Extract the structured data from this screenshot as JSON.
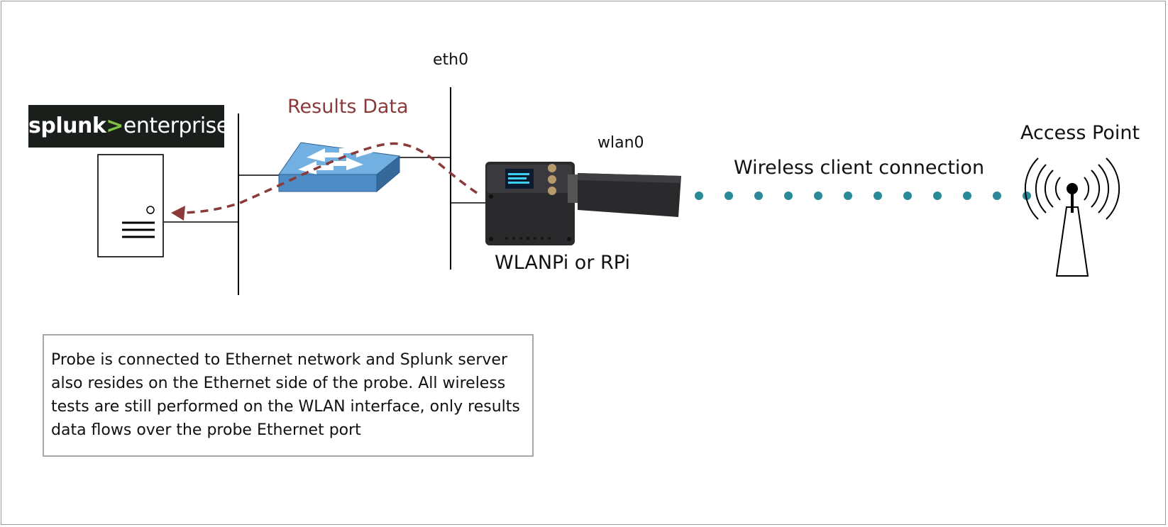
{
  "logo": {
    "brand": "splunk",
    "separator": ">",
    "product": "enterprise"
  },
  "labels": {
    "results_data": "Results Data",
    "eth0": "eth0",
    "wlan0": "wlan0",
    "probe": "WLANPi or RPi",
    "wireless_connection": "Wireless client connection",
    "access_point": "Access Point"
  },
  "note": "Probe is connected to Ethernet network and Splunk server also resides on the Ethernet side of the probe. All wireless tests are still performed on the WLAN interface, only results data flows over the probe Ethernet port",
  "colors": {
    "flow_arrow": "#8b3a3a",
    "results_label": "#8b3a3a",
    "wireless_dots": "#2b8a9a",
    "switch_fill": "#5b9bd5",
    "logo_accent": "#7fc242"
  },
  "icons": [
    "server-icon",
    "network-switch-icon",
    "wlanpi-probe-icon",
    "usb-wifi-adapter-icon",
    "access-point-icon"
  ]
}
